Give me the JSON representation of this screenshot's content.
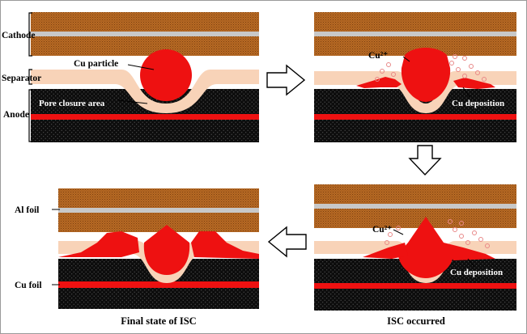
{
  "labels": {
    "cathode": "Cathode",
    "separator": "Separator",
    "anode": "Anode",
    "cu_particle": "Cu particle",
    "pore_closure_area": "Pore closure area",
    "cu2plus_1": "Cu²⁺",
    "cu_deposition_1": "Cu deposition",
    "cu2plus_2": "Cu²⁺",
    "cu_deposition_2": "Cu deposition",
    "al_foil": "Al foil",
    "cu_foil": "Cu foil"
  },
  "captions": {
    "final_state": "Final state of ISC",
    "isc_occurred": "ISC occurred"
  },
  "colors": {
    "cathode": "#b5651d",
    "al_foil": "#c8c8c8",
    "separator": "#f8d3b8",
    "anode": "#111111",
    "cu_foil": "#ee1111",
    "cu": "#ee1111",
    "ion_ring": "#e88888",
    "frame": "#9a9a9a"
  },
  "icons": [
    "arrow-right-icon",
    "arrow-down-icon",
    "arrow-left-icon"
  ]
}
